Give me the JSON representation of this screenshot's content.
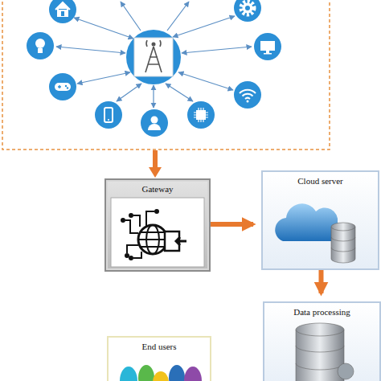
{
  "diagram": {
    "nodes": [
      {
        "text": [
          "Gateway"
        ]
      },
      {
        "text": [
          "Cloud server"
        ]
      },
      {
        "text": [
          "Data processing"
        ]
      },
      {
        "text": [
          "End users"
        ]
      }
    ],
    "edges": [
      {
        "from": 0,
        "to": 1,
        "arrow": "to"
      },
      {
        "from": 1,
        "to": 2,
        "arrow": "to"
      }
    ]
  }
}
